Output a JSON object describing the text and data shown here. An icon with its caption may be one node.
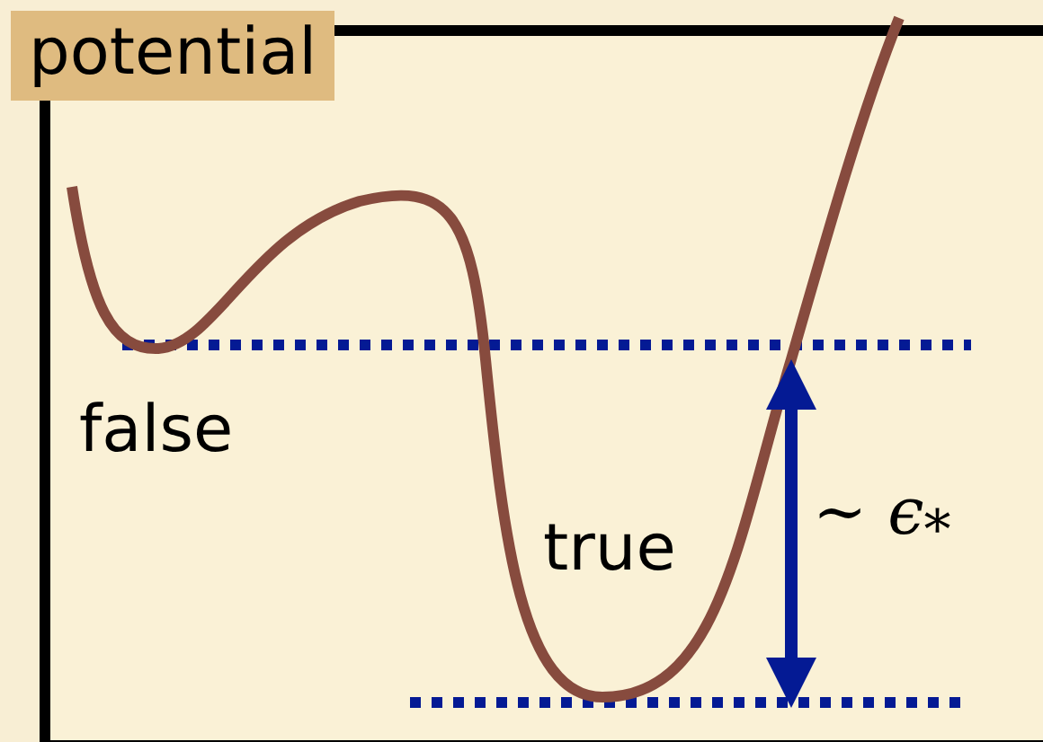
{
  "diagram": {
    "nodes": [
      {
        "text": [
          "potential"
        ]
      }
    ],
    "labels": [
      "false",
      "true",
      "∼ ϵ$_{*}$"
    ]
  }
}
